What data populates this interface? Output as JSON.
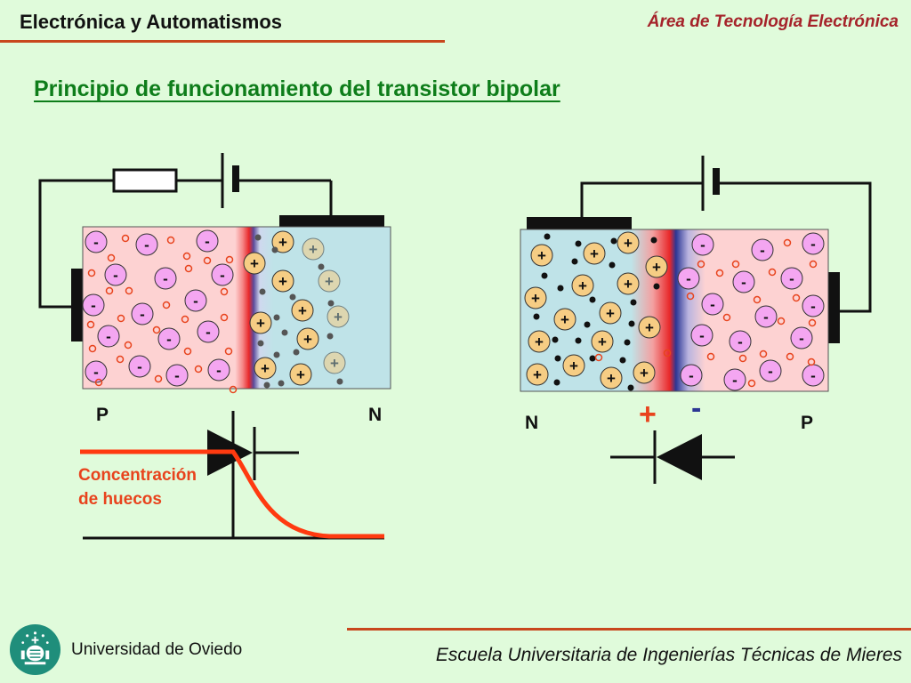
{
  "header": {
    "course": "Electrónica y Automatismos",
    "department": "Área de Tecnología Electrónica"
  },
  "slide": {
    "title": "Principio de funcionamiento del transistor bipolar"
  },
  "diagram": {
    "left_junction": {
      "p_label": "P",
      "n_label": "N",
      "p_carrier_symbol": "-",
      "n_carrier_symbol": "+",
      "curve_label_line1": "Concentración",
      "curve_label_line2": "de huecos"
    },
    "right_junction": {
      "n_label": "N",
      "p_label": "P",
      "plus_sign": "+",
      "minus_sign": "-",
      "p_carrier_symbol": "-",
      "n_carrier_symbol": "+"
    },
    "colors": {
      "p_region": "#fdd2d2",
      "n_region": "#bfe3e8",
      "ion_negative": "#f4a6f1",
      "ion_positive": "#f6cd84",
      "curve": "#ff3a10",
      "accent_red": "#e8431d",
      "accent_blue": "#2c3694"
    }
  },
  "footer": {
    "university": "Universidad de Oviedo",
    "school": "Escuela Universitaria de Ingenierías Técnicas de Mieres"
  }
}
